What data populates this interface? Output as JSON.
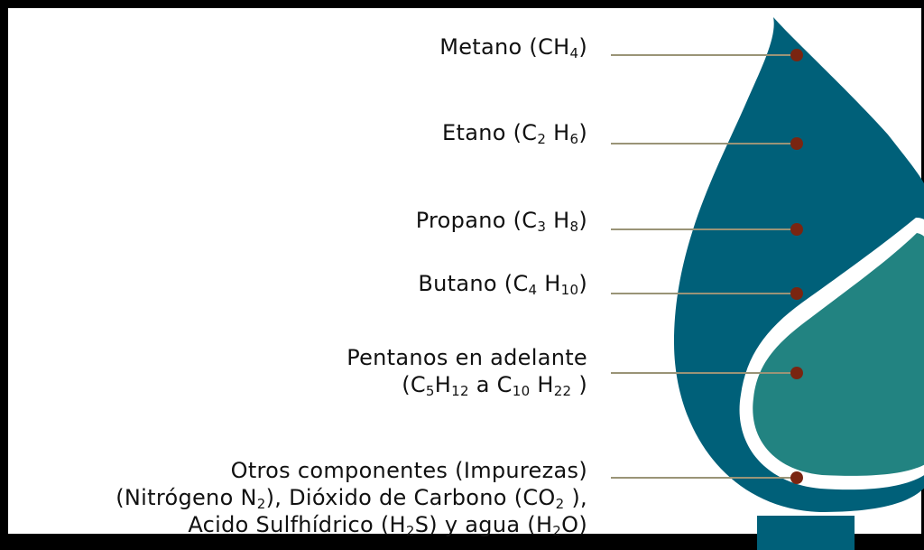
{
  "colors": {
    "outer_flame": "#006079",
    "inner_flame": "#228381",
    "inner_outline": "#ffffff",
    "leader_line": "#9a9477",
    "marker": "#7a2511",
    "text": "#111111",
    "frame": "#000000"
  },
  "components": [
    {
      "id": "metano",
      "lines": [
        [
          {
            "t": "Metano (CH"
          },
          {
            "t": "4",
            "sub": true
          },
          {
            "t": ")"
          }
        ]
      ]
    },
    {
      "id": "etano",
      "lines": [
        [
          {
            "t": "Etano (C"
          },
          {
            "t": "2",
            "sub": true
          },
          {
            "t": " H"
          },
          {
            "t": "6",
            "sub": true
          },
          {
            "t": ")"
          }
        ]
      ]
    },
    {
      "id": "propano",
      "lines": [
        [
          {
            "t": "Propano (C"
          },
          {
            "t": "3",
            "sub": true
          },
          {
            "t": " H"
          },
          {
            "t": "8",
            "sub": true
          },
          {
            "t": ")"
          }
        ]
      ]
    },
    {
      "id": "butano",
      "lines": [
        [
          {
            "t": "Butano (C"
          },
          {
            "t": "4",
            "sub": true
          },
          {
            "t": " H"
          },
          {
            "t": "10",
            "sub": true
          },
          {
            "t": ")"
          }
        ]
      ]
    },
    {
      "id": "pentanos",
      "lines": [
        [
          {
            "t": "Pentanos en adelante"
          }
        ],
        [
          {
            "t": "(C"
          },
          {
            "t": "5",
            "sub": true
          },
          {
            "t": "H"
          },
          {
            "t": "12",
            "sub": true
          },
          {
            "t": " a C"
          },
          {
            "t": "10",
            "sub": true
          },
          {
            "t": " H"
          },
          {
            "t": "22",
            "sub": true
          },
          {
            "t": " )"
          }
        ]
      ]
    },
    {
      "id": "otros",
      "lines": [
        [
          {
            "t": "Otros componentes (Impurezas)"
          }
        ],
        [
          {
            "t": "(Nitrógeno N"
          },
          {
            "t": "2",
            "sub": true
          },
          {
            "t": "), Dióxido de Carbono (CO"
          },
          {
            "t": "2",
            "sub": true
          },
          {
            "t": " ),"
          }
        ],
        [
          {
            "t": "Acido Sulfhídrico (H"
          },
          {
            "t": "2",
            "sub": true
          },
          {
            "t": "S) y agua (H"
          },
          {
            "t": "2",
            "sub": true
          },
          {
            "t": "O)"
          }
        ]
      ]
    }
  ]
}
